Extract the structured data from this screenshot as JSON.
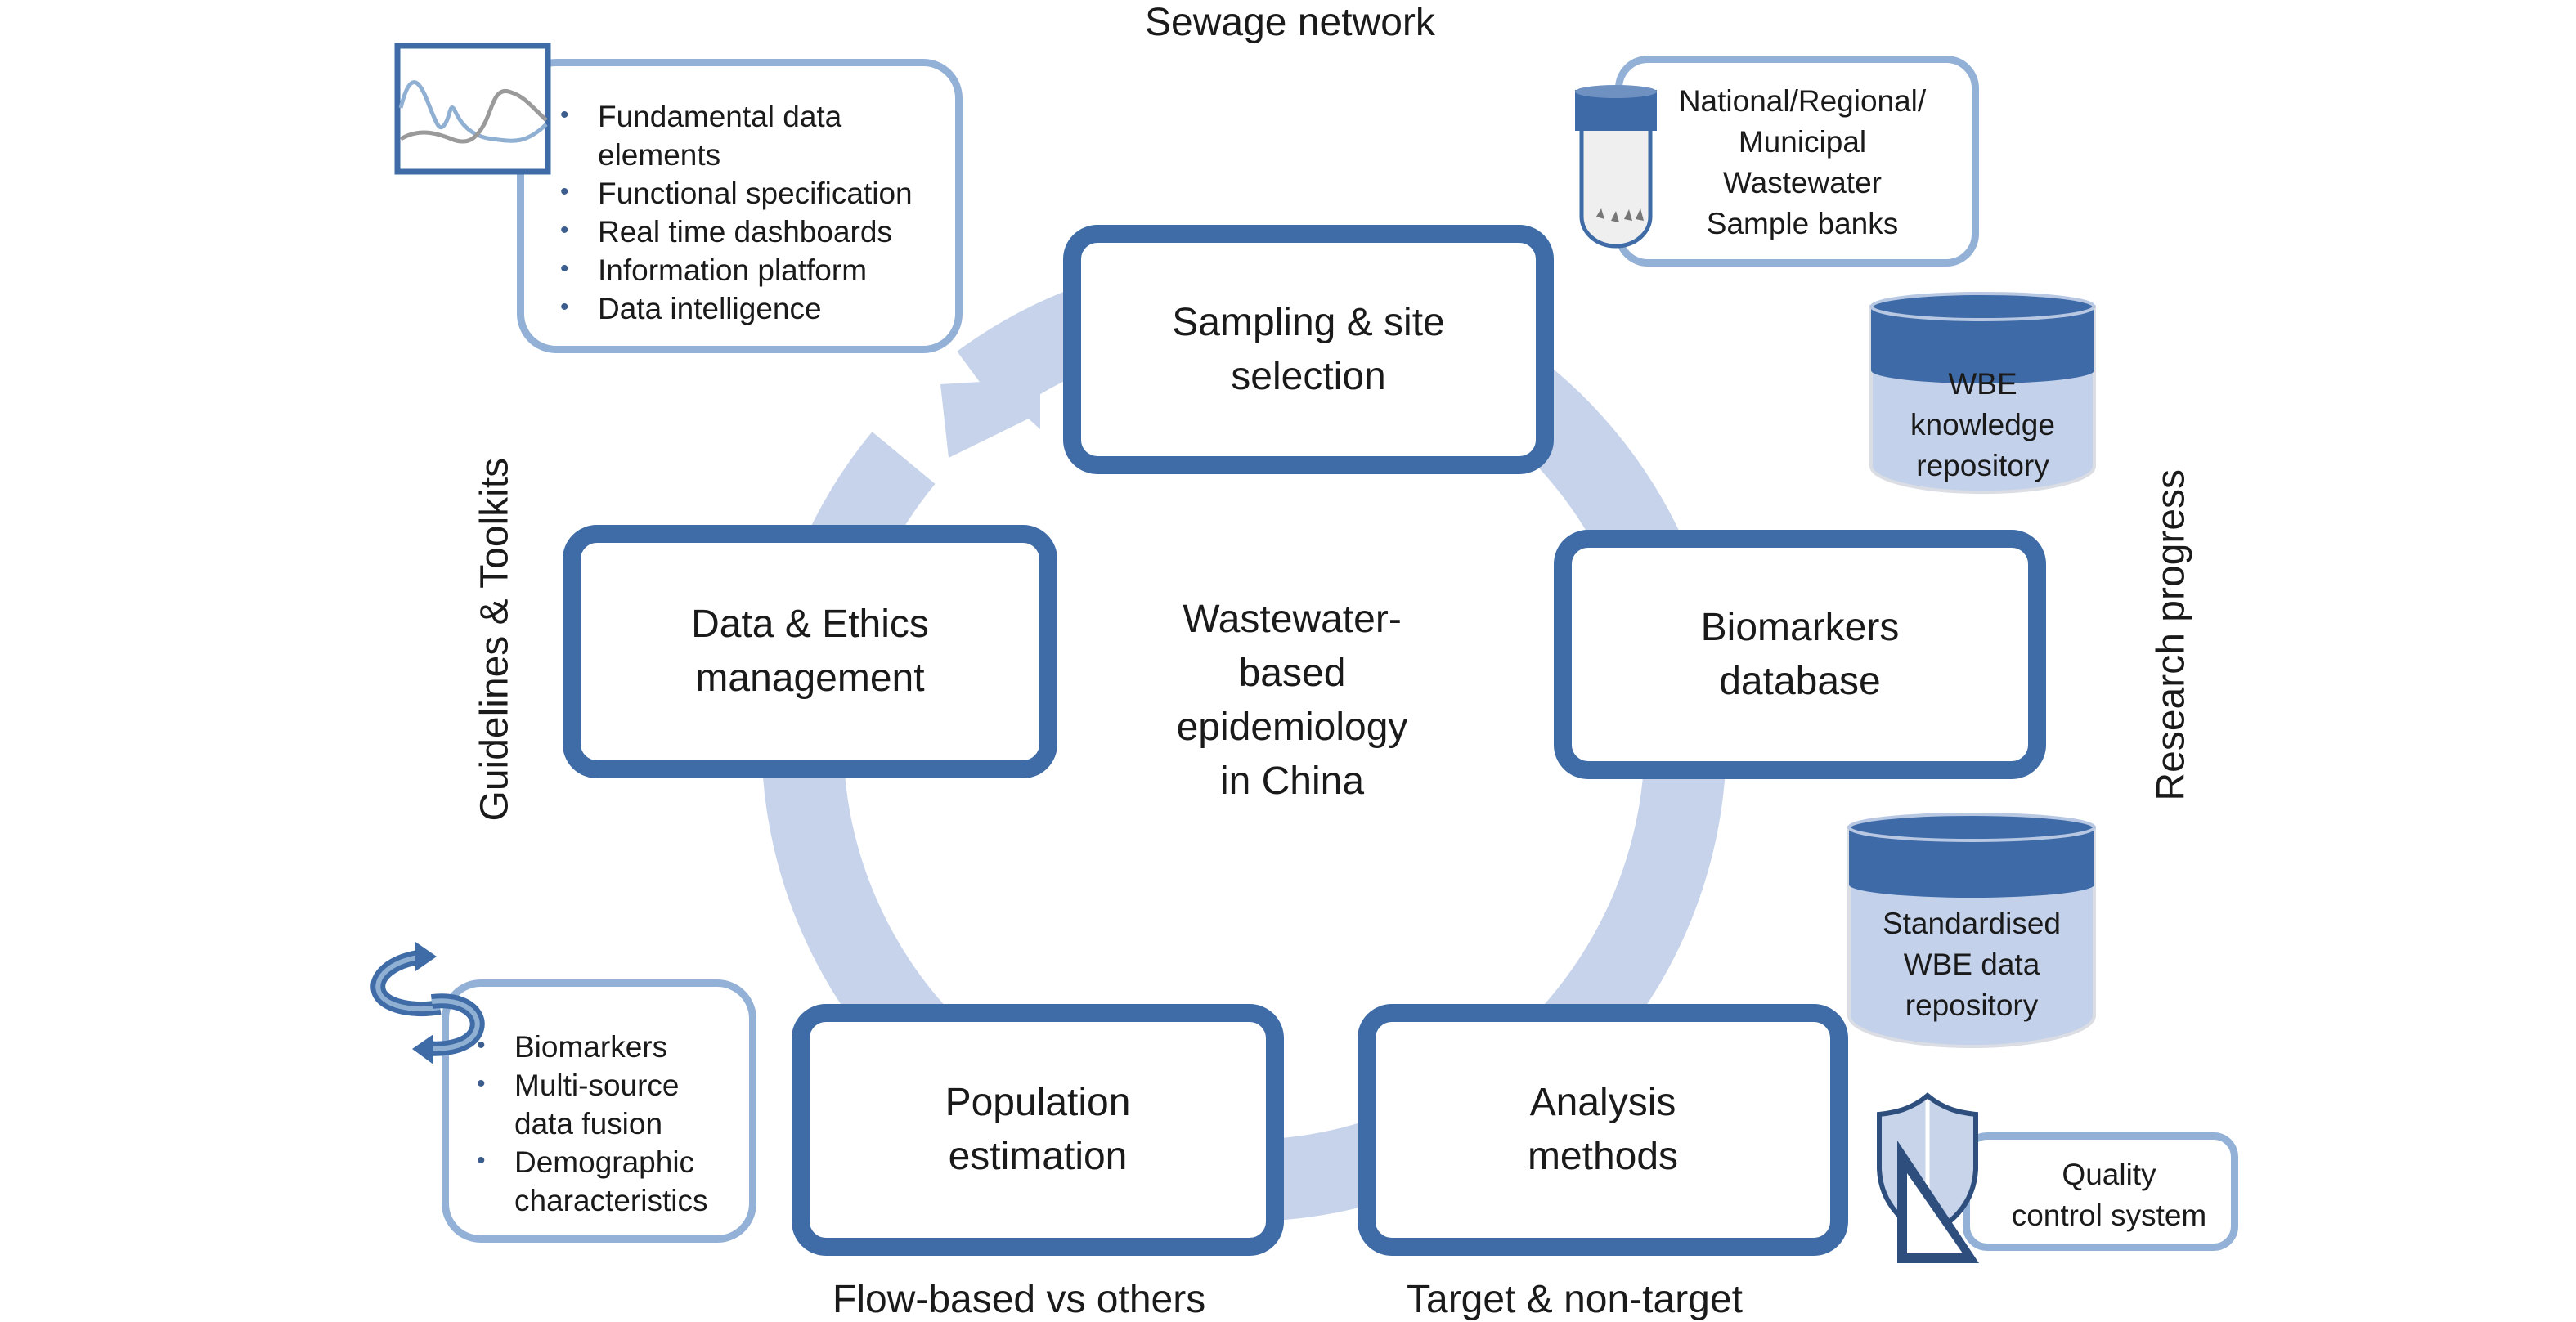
{
  "title_top": "Sewage network",
  "center": {
    "text": "Wastewater-\nbased\nepidemiology\nin China"
  },
  "cycle_steps": [
    {
      "id": "sampling",
      "label": "Sampling & site\nselection"
    },
    {
      "id": "biomarkers_db",
      "label": "Biomarkers\ndatabase"
    },
    {
      "id": "analysis",
      "label": "Analysis\nmethods"
    },
    {
      "id": "population",
      "label": "Population\nestimation"
    },
    {
      "id": "data_ethics",
      "label": "Data & Ethics\nmanagement"
    }
  ],
  "side_labels": {
    "left": "Guidelines & Toolkits",
    "right": "Research progress",
    "bottom_left": "Flow-based vs others",
    "bottom_right": "Target & non-target"
  },
  "data_platform": {
    "icon": "line-chart-icon",
    "items": [
      "Fundamental data\nelements",
      "Functional specification",
      "Real time dashboards",
      "Information platform",
      "Data intelligence"
    ]
  },
  "population_factors": {
    "icon": "cycle-arrows-icon",
    "items": [
      "Biomarkers",
      "Multi-source\ndata fusion",
      "Demographic\ncharacteristics"
    ]
  },
  "sample_banks": {
    "icon": "sample-tube-icon",
    "text": "National/Regional/\nMunicipal\nWastewater\nSample banks"
  },
  "repositories": [
    {
      "icon": "database-cylinder-icon",
      "text": "WBE\nknowledge\nrepository"
    },
    {
      "icon": "database-cylinder-icon",
      "text": "Standardised\nWBE data\nrepository"
    }
  ],
  "quality_control": {
    "icon": "shield-ruler-icon",
    "text": "Quality\ncontrol system"
  },
  "colors": {
    "primary_border": "#3F6CA6",
    "light_border": "#93B1D6",
    "ring": "#C6D3EA",
    "cylinder_body": "#C3D1EA",
    "cylinder_lid": "#3E6BA8"
  }
}
